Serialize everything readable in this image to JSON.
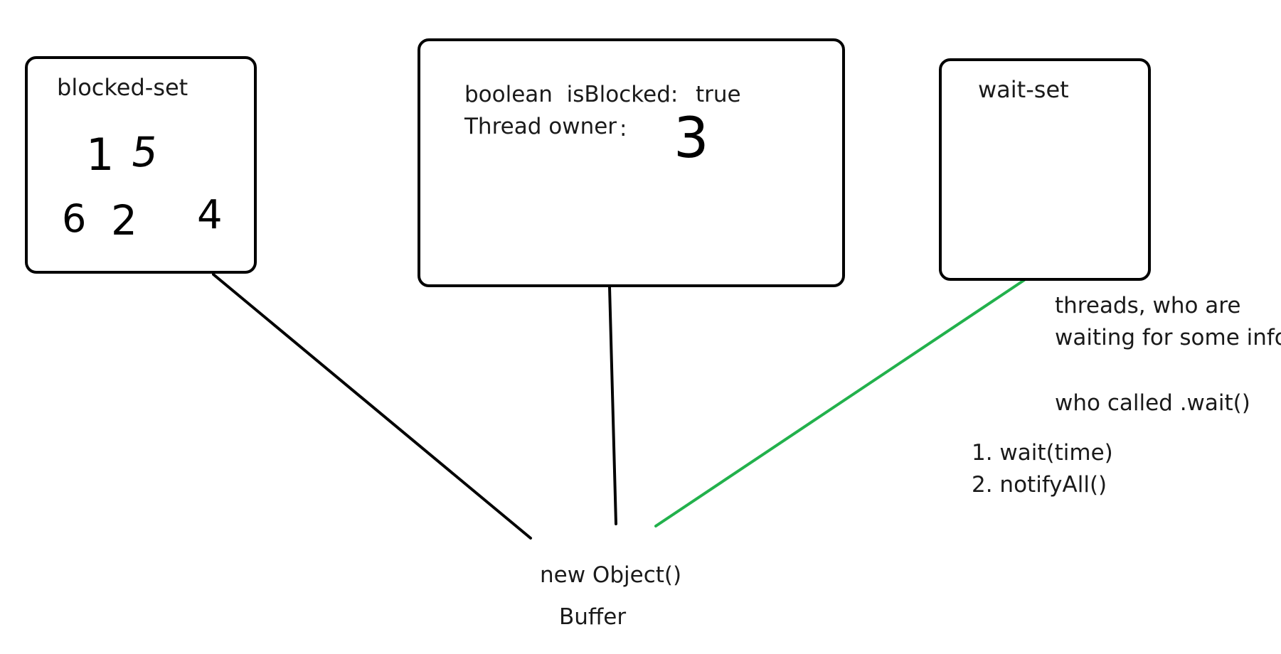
{
  "blocked_set": {
    "title": "blocked-set",
    "threads": [
      "1",
      "5",
      "6",
      "2",
      "4"
    ]
  },
  "monitor": {
    "flag_name": "boolean  isBlocked:",
    "flag_value": "true",
    "owner_label": "Thread owner",
    "owner_colon": ":",
    "owner_value": "3"
  },
  "wait_set": {
    "title": "wait-set"
  },
  "notes": {
    "line1": "threads, who are",
    "line2": "waiting for some info",
    "line3": "who called .wait()",
    "item1": "1. wait(time)",
    "item2": "2. notifyAll()"
  },
  "object": {
    "name": "new Object()",
    "alias": "Buffer"
  },
  "colors": {
    "line": "#000000",
    "wait_line": "#22b14c"
  }
}
